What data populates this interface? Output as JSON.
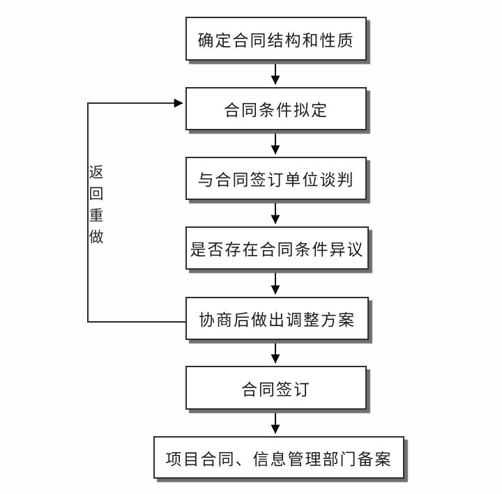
{
  "diagram": {
    "type": "flowchart",
    "nodes": [
      {
        "id": "determine-structure",
        "label": "确定合同结构和性质"
      },
      {
        "id": "draft-conditions",
        "label": "合同条件拟定"
      },
      {
        "id": "negotiate",
        "label": "与合同签订单位谈判"
      },
      {
        "id": "objection-check",
        "label": "是否存在合同条件异议"
      },
      {
        "id": "adjustment-plan",
        "label": "协商后做出调整方案"
      },
      {
        "id": "contract-signing",
        "label": "合同签订"
      },
      {
        "id": "filing",
        "label": "项目合同、信息管理部门备案"
      }
    ],
    "edges": [
      {
        "from": "determine-structure",
        "to": "draft-conditions"
      },
      {
        "from": "draft-conditions",
        "to": "negotiate"
      },
      {
        "from": "negotiate",
        "to": "objection-check"
      },
      {
        "from": "objection-check",
        "to": "adjustment-plan"
      },
      {
        "from": "adjustment-plan",
        "to": "contract-signing"
      },
      {
        "from": "contract-signing",
        "to": "filing"
      },
      {
        "from": "adjustment-plan",
        "to": "draft-conditions",
        "label": "返回重做"
      }
    ],
    "feedback_label": "返回重做",
    "colors": {
      "background": "#fefefe",
      "box_fill": "#ffffff",
      "box_border": "#2e2e2e",
      "box_shadow": "#6f6f6f",
      "text": "#1d1d1d",
      "arrow": "#0a0a0a"
    }
  }
}
